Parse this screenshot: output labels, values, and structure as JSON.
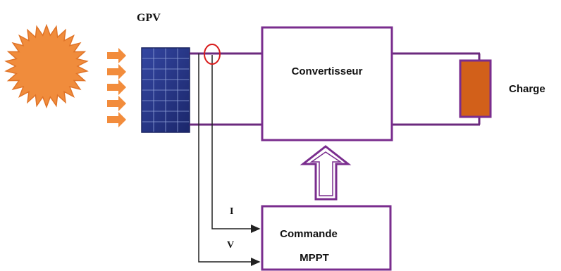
{
  "labels": {
    "gpv": "GPV",
    "converter": "Convertisseur",
    "load": "Charge",
    "control_line1": "Commande",
    "control_line2": "MPPT",
    "current": "I",
    "voltage": "V"
  },
  "colors": {
    "box_border": "#7a2d8e",
    "wire": "#6b2a7e",
    "signal_line": "#222222",
    "sun_fill": "#f08c3c",
    "sun_edge": "#e07428",
    "ray_arrow": "#f28c3c",
    "panel_dark": "#2a3a8c",
    "panel_grid": "#8fa0d8",
    "load_fill": "#d2601a",
    "load_border": "#7a2d8e",
    "sensor_ring": "#d81b1b",
    "hollow_arrow": "#7a2d8e"
  },
  "icons": {
    "sun": "sun-icon",
    "rays": "sunlight-arrow-icon",
    "panel": "solar-panel-icon",
    "sensor": "current-sensor-icon",
    "load": "load-resistor-icon",
    "control_arrow": "hollow-up-arrow-icon"
  }
}
